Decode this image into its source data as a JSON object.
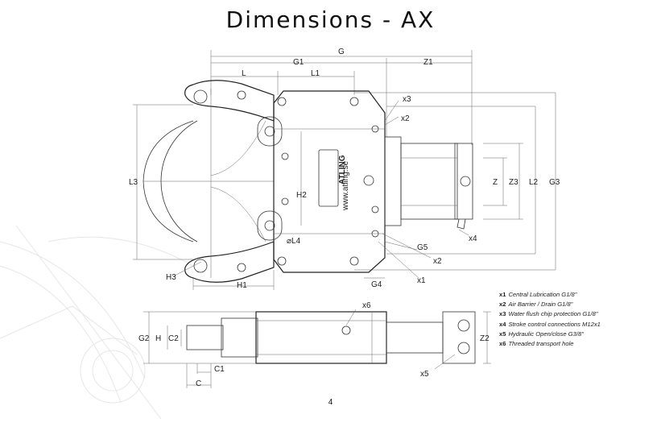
{
  "title": "Dimensions - AX",
  "page_number": "4",
  "logo_text": "ATLING",
  "website": "www.atling.se",
  "dimension_labels": {
    "G": "G",
    "G1": "G1",
    "Z1": "Z1",
    "L": "L",
    "L1": "L1",
    "L2": "L2",
    "L3": "L3",
    "G3": "G3",
    "Z": "Z",
    "Z3": "Z3",
    "H2": "H2",
    "L4": "⌀L4",
    "H3": "H3",
    "H1": "H1",
    "G4": "G4",
    "G5": "G5",
    "G2": "G2",
    "H": "H",
    "C2": "C2",
    "C1": "C1",
    "C": "C",
    "Z2": "Z2"
  },
  "callouts": {
    "x1": "x1",
    "x2": "x2",
    "x3": "x3",
    "x4": "x4",
    "x5": "x5",
    "x6": "x6"
  },
  "legend": [
    {
      "key": "x1",
      "text": "Central Lubrication G1/8\""
    },
    {
      "key": "x2",
      "text": "Air Barrier / Drain G1/8\""
    },
    {
      "key": "x3",
      "text": "Water flush chip protection G1/8\""
    },
    {
      "key": "x4",
      "text": "Stroke control connections M12x1"
    },
    {
      "key": "x5",
      "text": "Hydraulic Open/close G3/8\""
    },
    {
      "key": "x6",
      "text": "Threaded transport hole"
    }
  ]
}
